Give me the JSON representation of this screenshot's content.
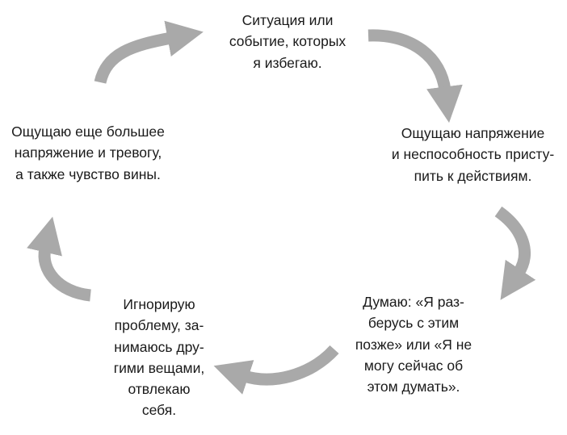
{
  "diagram": {
    "type": "cycle",
    "arrow_color": "#a9a9a9",
    "text_color": "#1a1a1a",
    "nodes": {
      "top": {
        "text": "Ситуация или\nсобытие, которых\nя избегаю."
      },
      "right": {
        "text": "Ощущаю напряжение\nи неспособность присту-\nпить к действиям."
      },
      "bottom_right": {
        "text": "Думаю: «Я раз-\nберусь с этим\nпозже» или «Я не\nмогу сейчас об\nэтом думать»."
      },
      "bottom_left": {
        "text": "Игнорирую\nпроблему, за-\nнимаюсь дру-\nгими вещами,\nотвлекаю\nсебя."
      },
      "left": {
        "text": "Ощущаю еще большее\nнапряжение и тревогу,\nа также чувство вины."
      }
    },
    "arrows": [
      {
        "from": "left",
        "to": "top"
      },
      {
        "from": "top",
        "to": "right"
      },
      {
        "from": "right",
        "to": "bottom_right"
      },
      {
        "from": "bottom_right",
        "to": "bottom_left"
      },
      {
        "from": "bottom_left",
        "to": "left"
      }
    ]
  }
}
